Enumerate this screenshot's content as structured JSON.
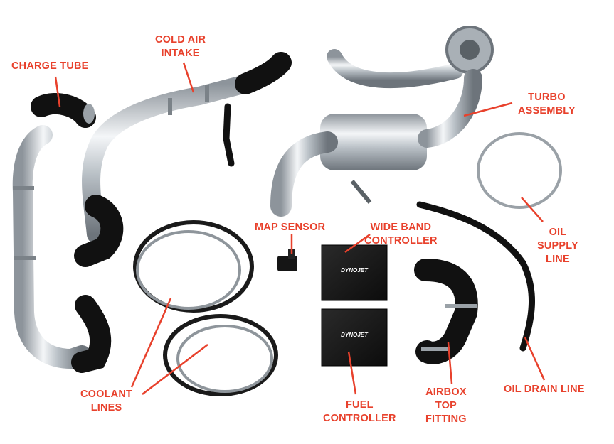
{
  "labels": {
    "charge_tube": "CHARGE TUBE",
    "cold_air_intake": [
      "COLD AIR",
      "INTAKE"
    ],
    "turbo_assembly": [
      "TURBO",
      "ASSEMBLY"
    ],
    "oil_supply_line": [
      "OIL",
      "SUPPLY",
      "LINE"
    ],
    "map_sensor": "MAP SENSOR",
    "wide_band_controller": [
      "WIDE BAND",
      "CONTROLLER"
    ],
    "coolant_lines": [
      "COOLANT",
      "LINES"
    ],
    "fuel_controller": [
      "FUEL",
      "CONTROLLER"
    ],
    "airbox_top_fitting": [
      "AIRBOX",
      "TOP",
      "FITTING"
    ],
    "oil_drain_line": "OIL DRAIN LINE"
  },
  "box_brand": "DYNOJET",
  "colors": {
    "label": "#e8412c",
    "chrome": "#c9ced3",
    "hose": "#111111",
    "box": "#1a1a1a"
  }
}
